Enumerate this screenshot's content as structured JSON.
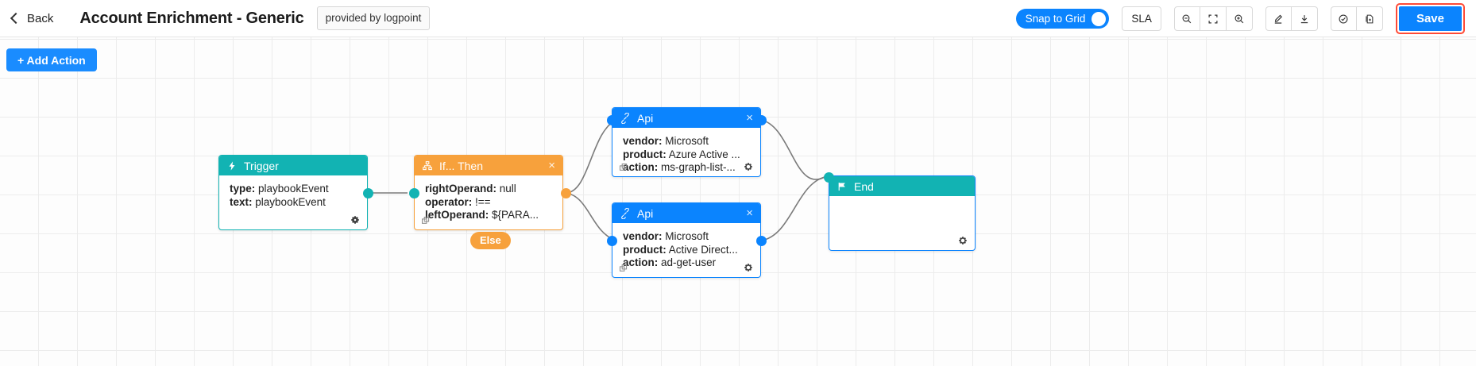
{
  "header": {
    "back_label": "Back",
    "title": "Account Enrichment - Generic",
    "provided_chip": "provided by logpoint",
    "snap_to_grid_label": "Snap to Grid",
    "sla_label": "SLA",
    "save_label": "Save",
    "icons": {
      "back": "chevron-left-icon",
      "zoom_out": "zoom-out-icon",
      "fit_screen": "fit-to-screen-icon",
      "zoom_in": "zoom-in-icon",
      "edit": "pencil-underline-icon",
      "download": "download-icon",
      "validate": "check-circle-icon",
      "notes": "document-icon"
    },
    "accent_color": "#0b84fe",
    "save_outline_color": "#ff4a36"
  },
  "toolbar": {
    "add_action_label": "+ Add Action"
  },
  "canvas": {
    "nodes": [
      {
        "id": "trigger",
        "type": "trigger",
        "title": "Trigger",
        "icon": "lightning-bolt-icon",
        "color": "#12b3b3",
        "rows": [
          {
            "key": "type:",
            "value": "playbookEvent"
          },
          {
            "key": "text:",
            "value": "playbookEvent"
          }
        ]
      },
      {
        "id": "if-then",
        "type": "condition",
        "title": "If... Then",
        "icon": "sitemap-icon",
        "color": "#f7a13c",
        "close_label": "×",
        "else_label": "Else",
        "rows": [
          {
            "key": "rightOperand:",
            "value": "null"
          },
          {
            "key": "operator:",
            "value": "!=="
          },
          {
            "key": "leftOperand:",
            "value": "${PARA..."
          }
        ]
      },
      {
        "id": "api-azure-ad",
        "type": "api",
        "title": "Api",
        "icon": "plug-connector-icon",
        "color": "#0b84fe",
        "close_label": "×",
        "rows": [
          {
            "key": "vendor:",
            "value": "Microsoft"
          },
          {
            "key": "product:",
            "value": "Azure Active ..."
          },
          {
            "key": "action:",
            "value": "ms-graph-list-..."
          }
        ]
      },
      {
        "id": "api-active-directory",
        "type": "api",
        "title": "Api",
        "icon": "plug-connector-icon",
        "color": "#0b84fe",
        "close_label": "×",
        "rows": [
          {
            "key": "vendor:",
            "value": "Microsoft"
          },
          {
            "key": "product:",
            "value": "Active Direct..."
          },
          {
            "key": "action:",
            "value": "ad-get-user"
          }
        ]
      },
      {
        "id": "end",
        "type": "end",
        "title": "End",
        "icon": "flag-icon",
        "color": "#12b3b3",
        "rows": []
      }
    ]
  }
}
